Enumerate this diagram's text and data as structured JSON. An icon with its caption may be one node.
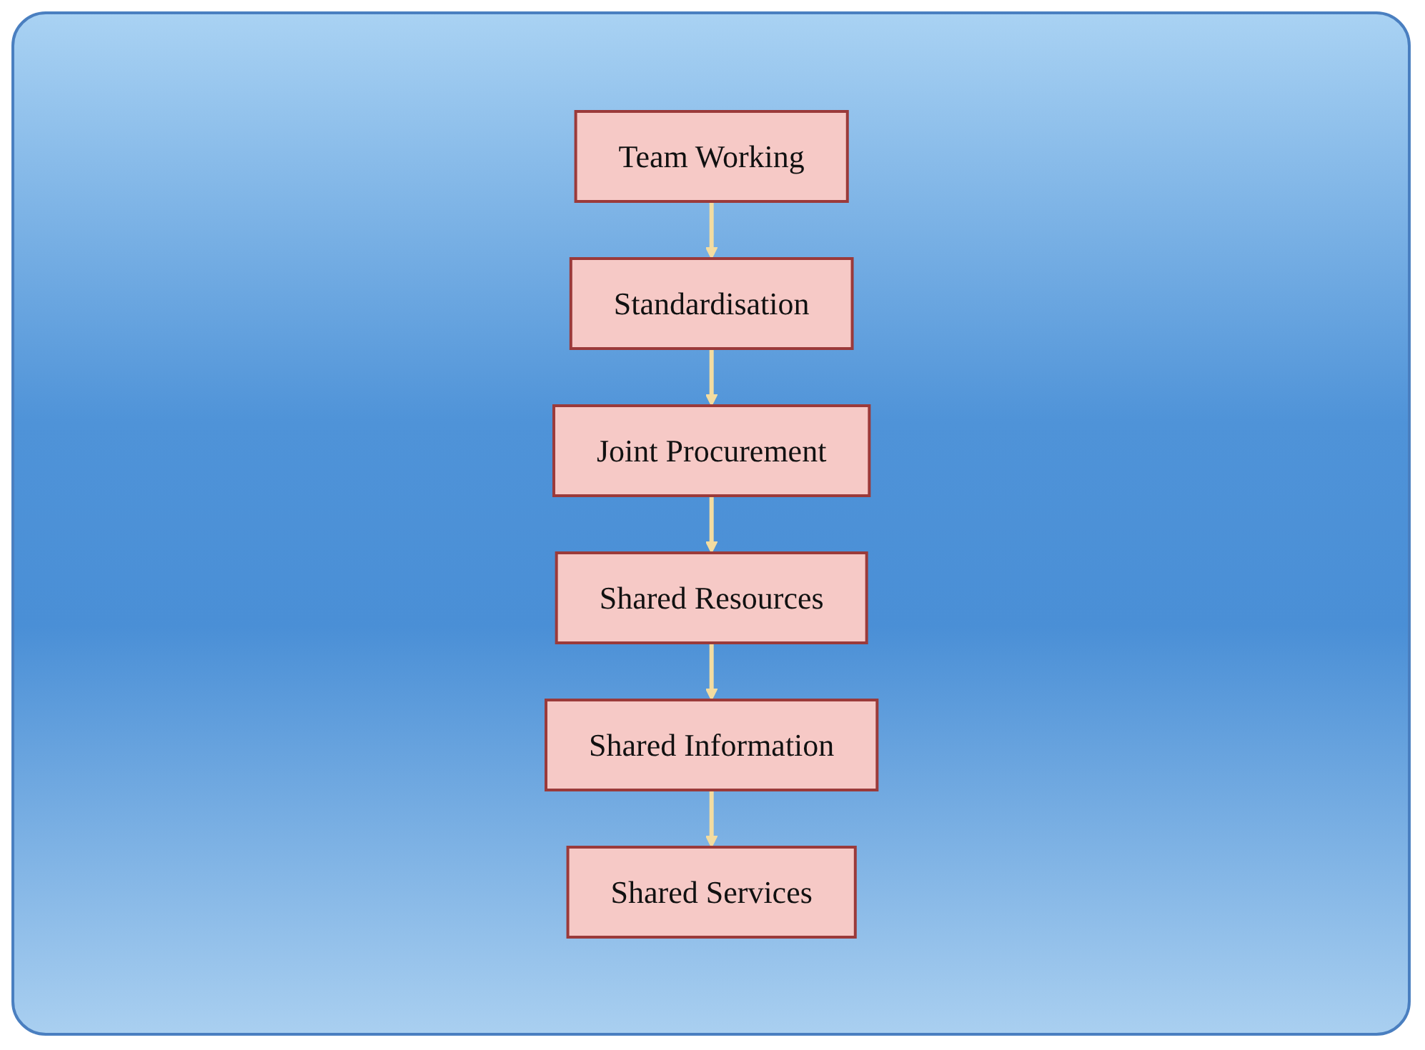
{
  "diagram": {
    "nodes": [
      {
        "text": [
          "Team Working"
        ]
      },
      {
        "text": [
          "Standardisation"
        ]
      },
      {
        "text": [
          "Joint Procurement"
        ]
      },
      {
        "text": [
          "Shared Resources"
        ]
      },
      {
        "text": [
          "Shared Information"
        ]
      },
      {
        "text": [
          "Shared Services"
        ]
      }
    ],
    "edges": [
      {
        "from": 0,
        "to": 1,
        "arrow": "to"
      },
      {
        "from": 1,
        "to": 2,
        "arrow": "to"
      },
      {
        "from": 2,
        "to": 3,
        "arrow": "to"
      },
      {
        "from": 3,
        "to": 4,
        "arrow": "to"
      },
      {
        "from": 4,
        "to": 5,
        "arrow": "to"
      }
    ]
  }
}
